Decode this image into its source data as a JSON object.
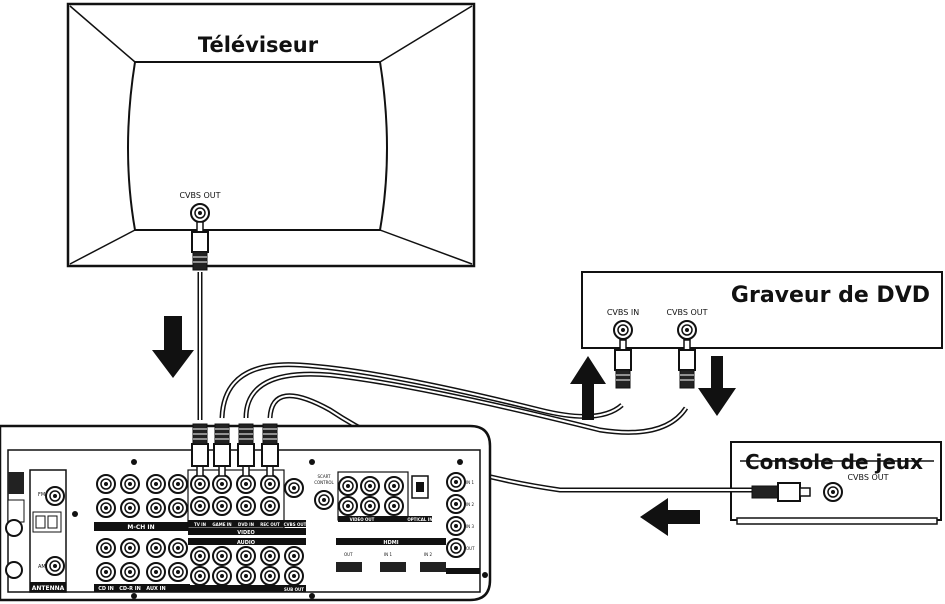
{
  "tv": {
    "title": "Téléviseur",
    "port": "CVBS OUT"
  },
  "dvd": {
    "title": "Graveur de DVD",
    "port_in": "CVBS IN",
    "port_out": "CVBS OUT"
  },
  "console": {
    "title": "Console de jeux",
    "port": "CVBS OUT"
  },
  "receiver": {
    "bar_mch_in": "M-CH IN",
    "bar_video": "VIDEO",
    "bar_audio": "AUDIO",
    "bar_hdmi": "HDMI",
    "antenna": "ANTENNA",
    "fm": "FM",
    "am": "AM",
    "scart": "SCART",
    "control": "CONTROL",
    "cd_in": "CD IN",
    "cd_r_in": "CD-R IN",
    "aux_in": "AUX IN",
    "tv_in": "TV IN",
    "game_in": "GAME IN",
    "dvd_in": "DVD IN",
    "rec_out": "REC OUT",
    "sub_out": "SUB OUT",
    "cvbs_out": "CVBS OUT",
    "video_out": "VIDEO OUT",
    "hdmi_out": "OUT",
    "hdmi_in1": "IN 1",
    "hdmi_in2": "IN 2",
    "optical": "OPTICAL IN",
    "in1": "IN 1",
    "in2": "IN 2",
    "in3": "IN 3",
    "out": "OUT"
  },
  "icons": {
    "arrow": "arrow-icon",
    "jack": "rca-jack-icon",
    "plug": "rca-plug-icon"
  }
}
